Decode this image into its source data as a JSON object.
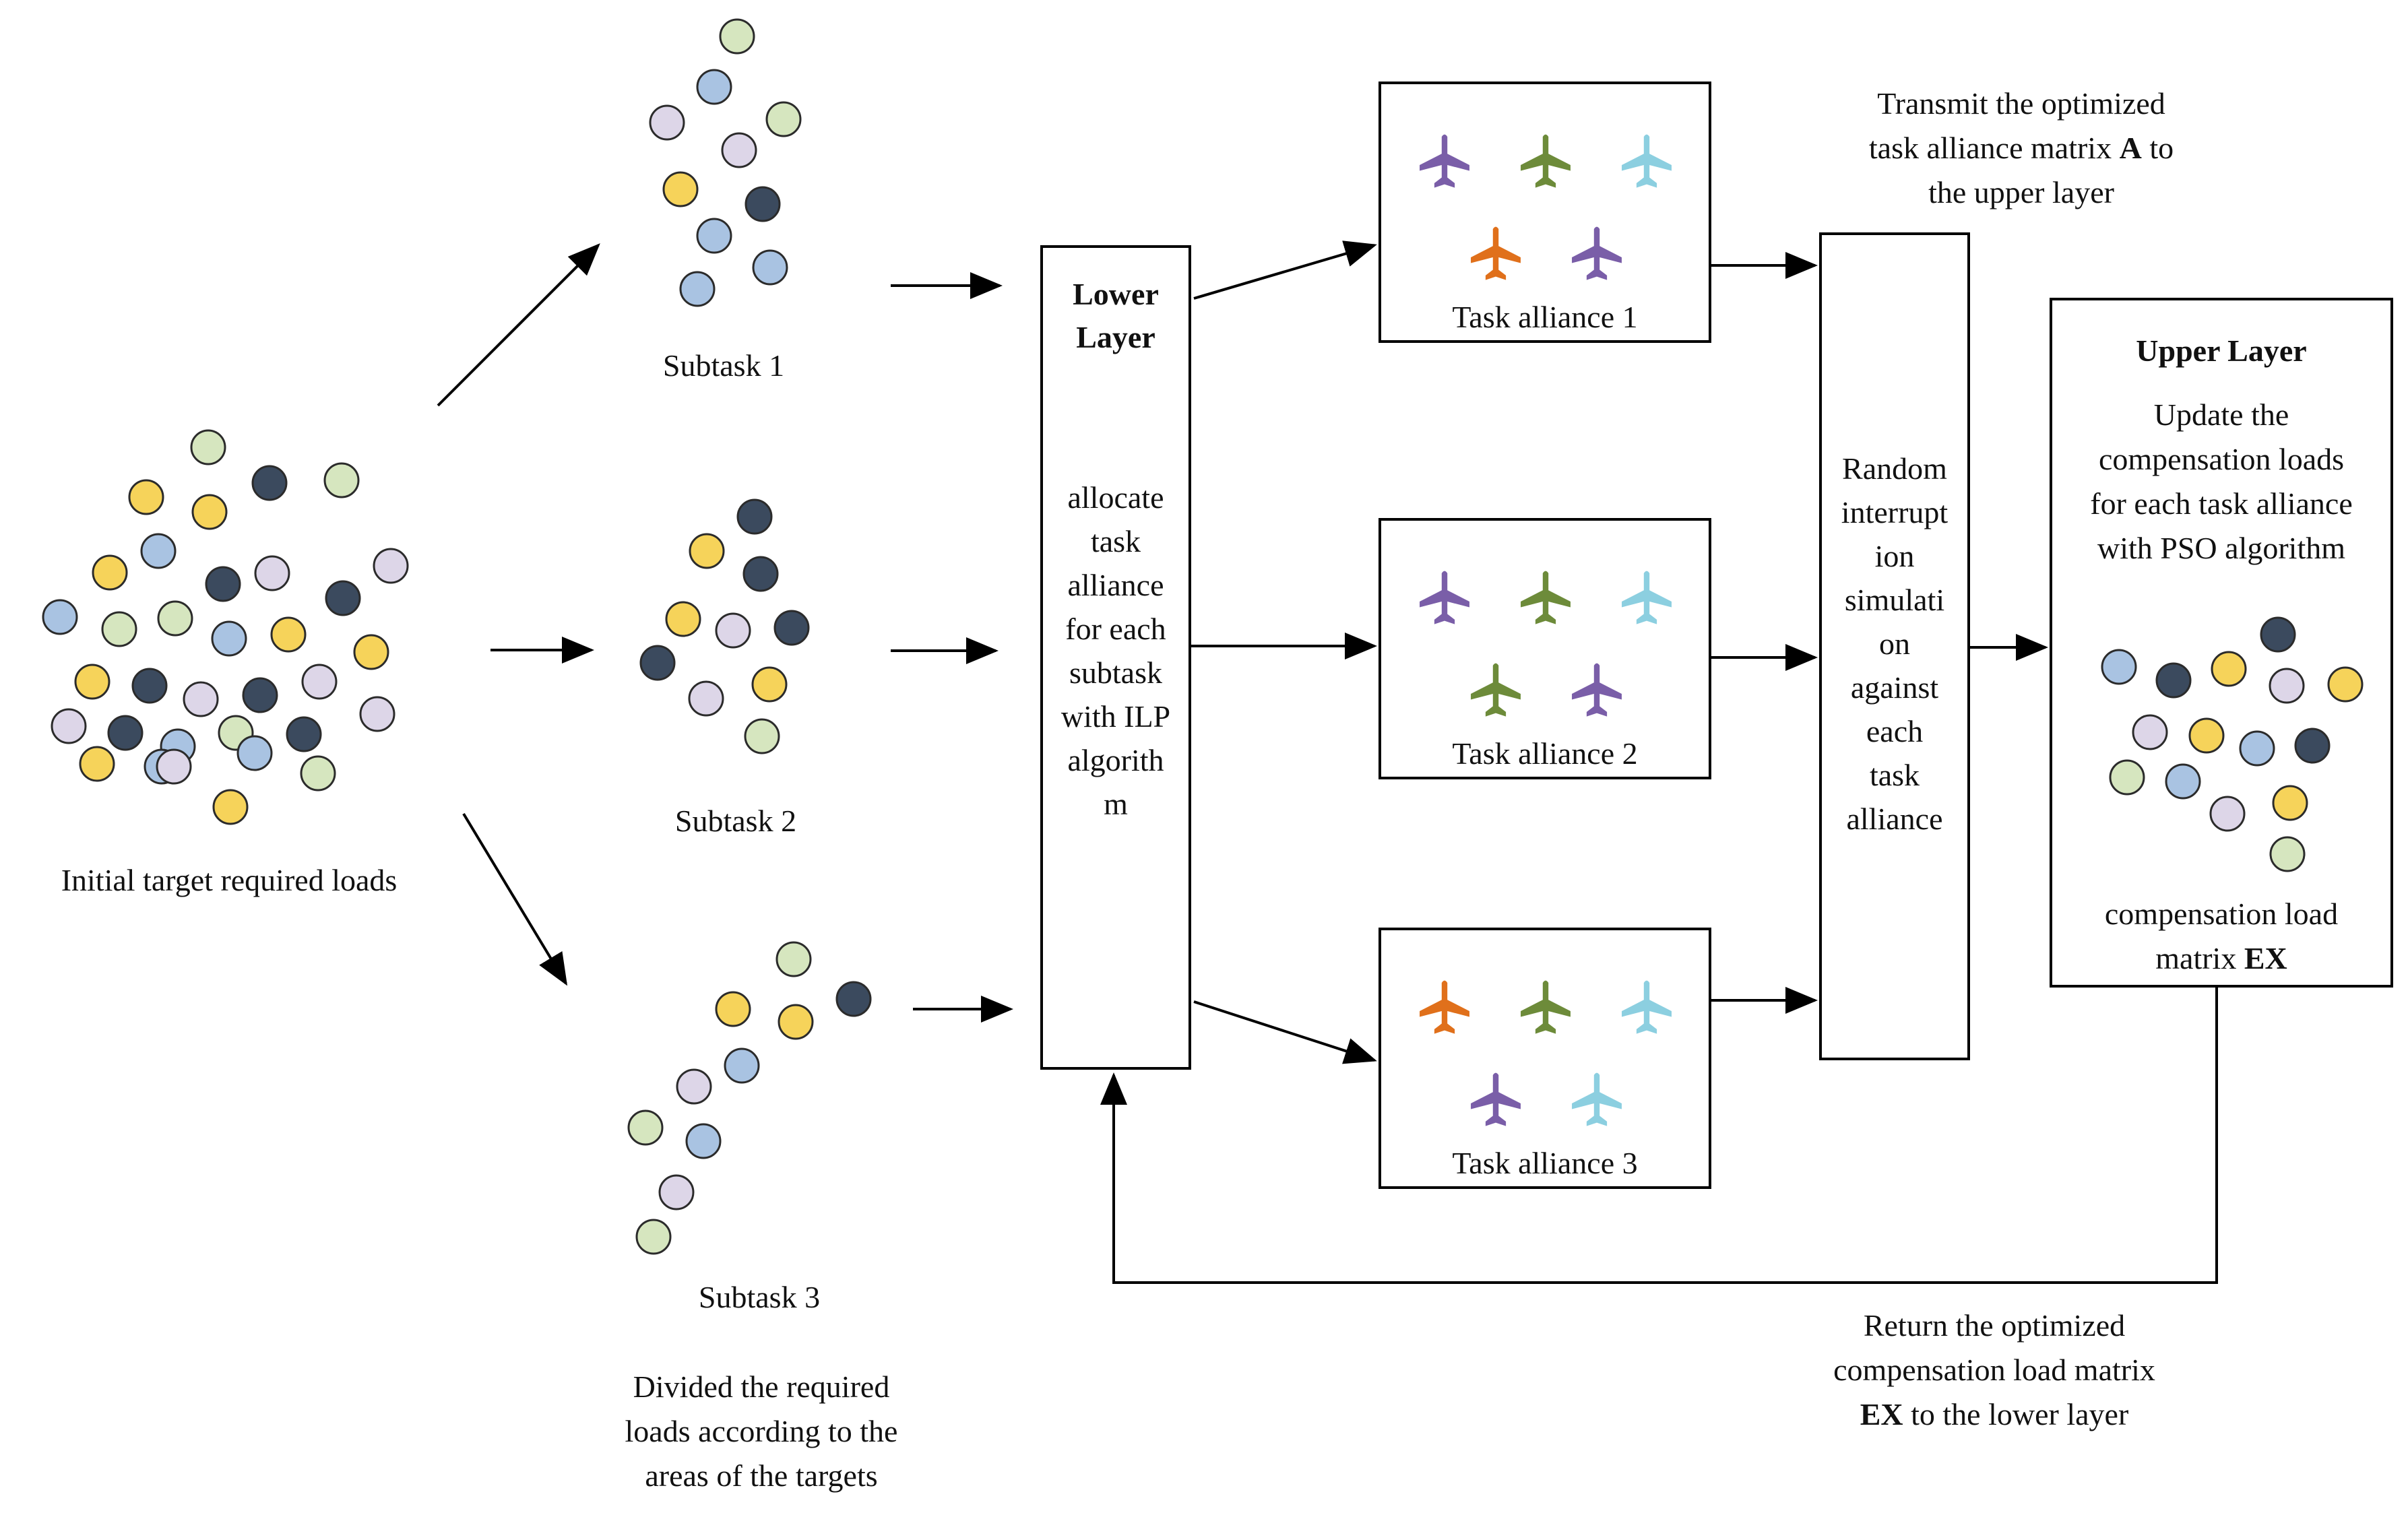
{
  "colors": {
    "dark": "#3b4a5e",
    "yellow": "#f6d35a",
    "blue": "#a9c3e2",
    "lavender": "#ddd6e8",
    "green": "#d6e6bf",
    "plane_purple": "#7a5ea8",
    "plane_green": "#6d8b3a",
    "plane_cyan": "#8ccfe0",
    "plane_orange": "#e0701b"
  },
  "icons": [
    "circle-dot-icon",
    "airplane-icon",
    "arrow-icon"
  ],
  "labels": {
    "initial": "Initial target required loads",
    "subtask1": "Subtask 1",
    "subtask2": "Subtask 2",
    "subtask3": "Subtask 3",
    "divided": [
      "Divided the required",
      "loads according to the",
      "areas of the targets"
    ],
    "lower_title": [
      "Lower",
      "Layer"
    ],
    "lower_body": [
      "allocate",
      "task",
      "alliance",
      "for each",
      "subtask",
      "with ILP",
      "algorith",
      "m"
    ],
    "alliance1": "Task alliance 1",
    "alliance2": "Task alliance 2",
    "alliance3": "Task alliance 3",
    "random": [
      "Random",
      "interrupt",
      "ion",
      "simulati",
      "on",
      "against",
      "each",
      "task",
      "alliance"
    ],
    "transmit": [
      "Transmit the optimized",
      "task alliance matrix",
      "A",
      "to",
      "the upper layer"
    ],
    "upper_title": "Upper Layer",
    "upper_body": [
      "Update the",
      "compensation loads",
      "for each task alliance",
      "with PSO algorithm"
    ],
    "comp": [
      "compensation load",
      "matrix",
      "EX"
    ],
    "return": [
      "Return the optimized",
      "compensation load matrix",
      "EX",
      "to the lower layer"
    ]
  },
  "clusters": {
    "initial": [
      "green",
      "dark",
      "yellow",
      "yellow",
      "green",
      "blue",
      "yellow",
      "lavender",
      "dark",
      "lavender",
      "blue",
      "green",
      "green",
      "blue",
      "yellow",
      "dark",
      "yellow",
      "dark",
      "lavender",
      "dark",
      "lavender",
      "yellow",
      "lavender",
      "dark",
      "blue",
      "green",
      "dark",
      "lavender",
      "yellow",
      "blue",
      "blue",
      "lavender",
      "yellow",
      "green"
    ],
    "subtask1": [
      "green",
      "blue",
      "lavender",
      "green",
      "lavender",
      "yellow",
      "dark",
      "blue",
      "blue",
      "blue"
    ],
    "subtask2": [
      "dark",
      "yellow",
      "dark",
      "yellow",
      "lavender",
      "dark",
      "dark",
      "yellow",
      "lavender",
      "green"
    ],
    "subtask3": [
      "green",
      "dark",
      "yellow",
      "yellow",
      "blue",
      "lavender",
      "green",
      "blue",
      "lavender",
      "green"
    ],
    "compensation": [
      "dark",
      "blue",
      "dark",
      "yellow",
      "lavender",
      "yellow",
      "lavender",
      "yellow",
      "blue",
      "dark",
      "green",
      "blue",
      "lavender",
      "yellow",
      "green"
    ]
  },
  "alliances": [
    [
      "plane_purple",
      "plane_green",
      "plane_cyan",
      "plane_orange",
      "plane_purple"
    ],
    [
      "plane_purple",
      "plane_green",
      "plane_cyan",
      "plane_green",
      "plane_purple"
    ],
    [
      "plane_orange",
      "plane_green",
      "plane_cyan",
      "plane_purple",
      "plane_cyan"
    ]
  ]
}
